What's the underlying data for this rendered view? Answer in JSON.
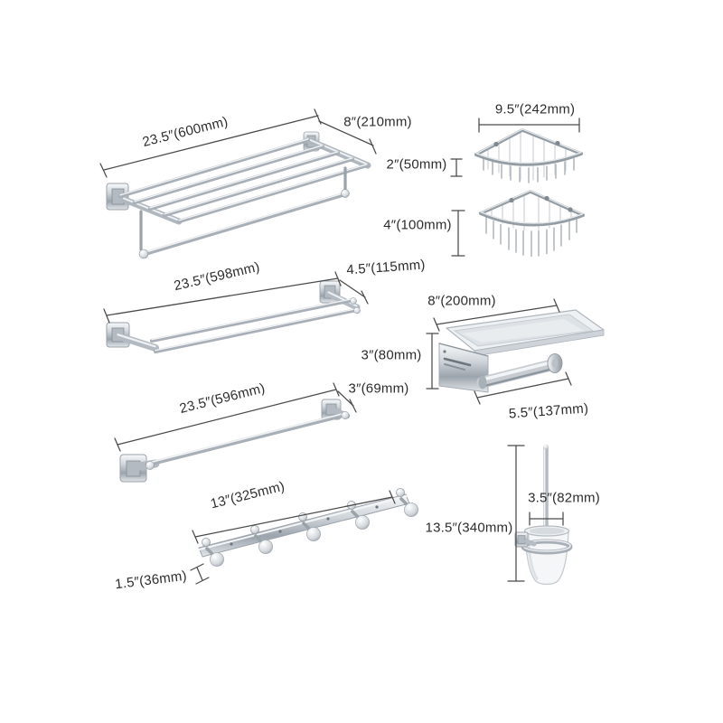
{
  "page": {
    "type": "product-dimension-diagram",
    "background": "#ffffff"
  },
  "colors": {
    "dimension_line": "#4b4b4b",
    "label_text": "#2d2d2d",
    "chrome_light": "#f0f2f4",
    "chrome_mid": "#b0b7be",
    "chrome_dark": "#8a929a"
  },
  "labels": {
    "rack_length": "23.5″(600mm)",
    "rack_depth": "8″(210mm)",
    "basket_width": "9.5″(242mm)",
    "basket_shallow_height": "2″(50mm)",
    "basket_deep_height": "4″(100mm)",
    "double_bar_length": "23.5″(598mm)",
    "double_bar_depth": "4.5″(115mm)",
    "paper_shelf_width": "8″(200mm)",
    "paper_shelf_height": "3″(80mm)",
    "paper_roller_length": "5.5″(137mm)",
    "single_bar_length": "23.5″(596mm)",
    "single_bar_depth": "3″(69mm)",
    "hook_rail_length": "13″(325mm)",
    "hook_rail_height": "1.5″(36mm)",
    "brush_height": "13.5″(340mm)",
    "brush_cup_width": "3.5″(82mm)"
  },
  "products": [
    {
      "name": "towel-rack-with-shelf-and-bar",
      "dimensions": {
        "length": "23.5″(600mm)",
        "depth": "8″(210mm)"
      }
    },
    {
      "name": "corner-wire-basket-shallow",
      "dimensions": {
        "width": "9.5″(242mm)",
        "height": "2″(50mm)"
      }
    },
    {
      "name": "corner-wire-basket-deep",
      "dimensions": {
        "height": "4″(100mm)"
      }
    },
    {
      "name": "double-towel-bar",
      "dimensions": {
        "length": "23.5″(598mm)",
        "depth": "4.5″(115mm)"
      }
    },
    {
      "name": "toilet-paper-holder-with-shelf",
      "dimensions": {
        "width": "8″(200mm)",
        "height": "3″(80mm)",
        "roller_length": "5.5″(137mm)"
      }
    },
    {
      "name": "single-towel-bar",
      "dimensions": {
        "length": "23.5″(596mm)",
        "depth": "3″(69mm)"
      }
    },
    {
      "name": "robe-hook-rail-five-hooks",
      "dimensions": {
        "length": "13″(325mm)",
        "height": "1.5″(36mm)"
      }
    },
    {
      "name": "toilet-brush-with-holder",
      "dimensions": {
        "height": "13.5″(340mm)",
        "cup_width": "3.5″(82mm)"
      }
    }
  ]
}
